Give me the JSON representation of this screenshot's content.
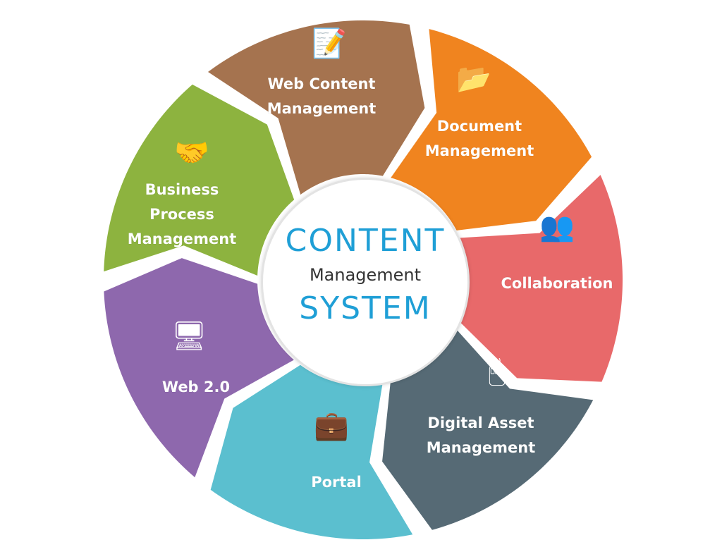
{
  "center": {
    "line1": "CONTENT",
    "line2": "Management",
    "line3": "SYSTEM"
  },
  "segments": [
    {
      "label": "Web Content\nManagement",
      "line1": "Web Content",
      "line2": "Management",
      "icon": "clipboard-pencil-icon",
      "color": "#a5734f"
    },
    {
      "label": "Document\nManagement",
      "line1": "Document",
      "line2": "Management",
      "icon": "folder-documents-icon",
      "color": "#f0841f"
    },
    {
      "label": "Collaboration",
      "line1": "Collaboration",
      "icon": "team-network-icon",
      "color": "#e8696a"
    },
    {
      "label": "Digital Asset\nManagement",
      "line1": "Digital Asset",
      "line2": "Management",
      "icon": "mouse-icon",
      "color": "#566a75"
    },
    {
      "label": "Portal",
      "line1": "Portal",
      "icon": "briefcase-icon",
      "color": "#5bbfcf"
    },
    {
      "label": "Web 2.0",
      "line1": "Web 2.0",
      "icon": "browser-window-icon",
      "color": "#8e68ad"
    },
    {
      "label": "Business\nProcess\nManagement",
      "line1": "Business",
      "line2": "Process",
      "line3": "Management",
      "icon": "handshake-icon",
      "color": "#8db33f"
    }
  ]
}
